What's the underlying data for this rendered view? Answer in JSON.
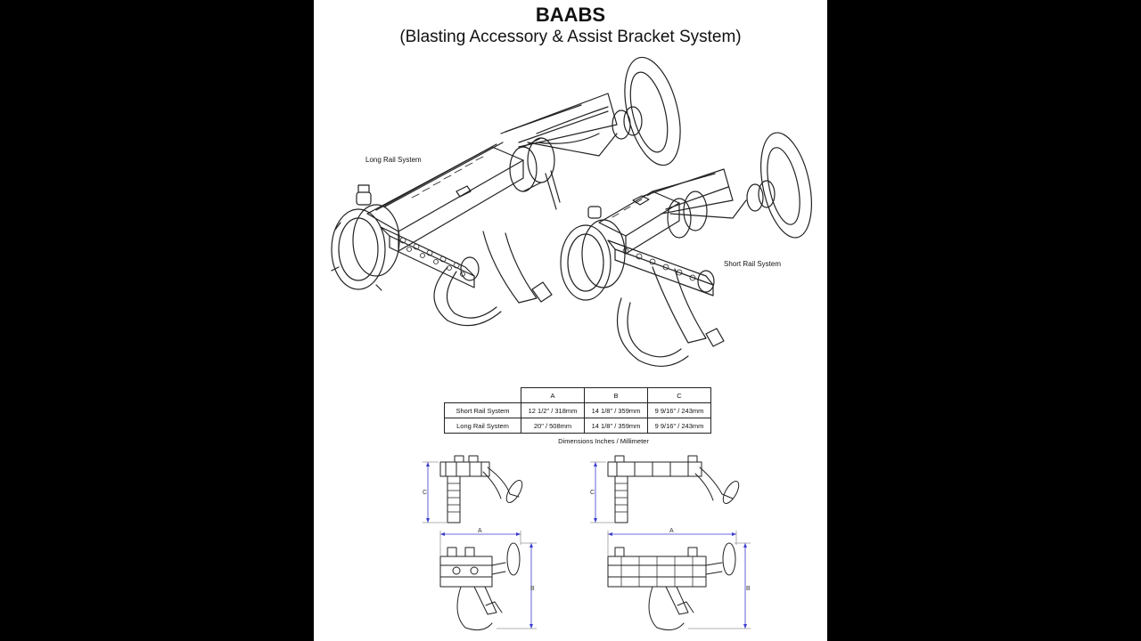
{
  "document": {
    "title": "BAABS",
    "subtitle": "(Blasting Accessory & Assist Bracket System)"
  },
  "callouts": {
    "long": "Long Rail System",
    "short": "Short Rail System"
  },
  "dimensions_table": {
    "columns": [
      "A",
      "B",
      "C"
    ],
    "rows": [
      {
        "label": "Short Rail System",
        "a": "12 1/2\" / 318mm",
        "b": "14 1/8\" / 359mm",
        "c": "9 9/16\" / 243mm"
      },
      {
        "label": "Long Rail System",
        "a": "20\" / 508mm",
        "b": "14 1/8\" / 359mm",
        "c": "9 9/16\" / 243mm"
      }
    ],
    "caption": "Dimensions Inches / Millimeter"
  },
  "dimension_letters": {
    "a": "A",
    "b": "B",
    "c": "C"
  },
  "colors": {
    "background": "#000000",
    "page": "#ffffff",
    "line": "#222222",
    "dimension_line": "#3b3bd1"
  }
}
